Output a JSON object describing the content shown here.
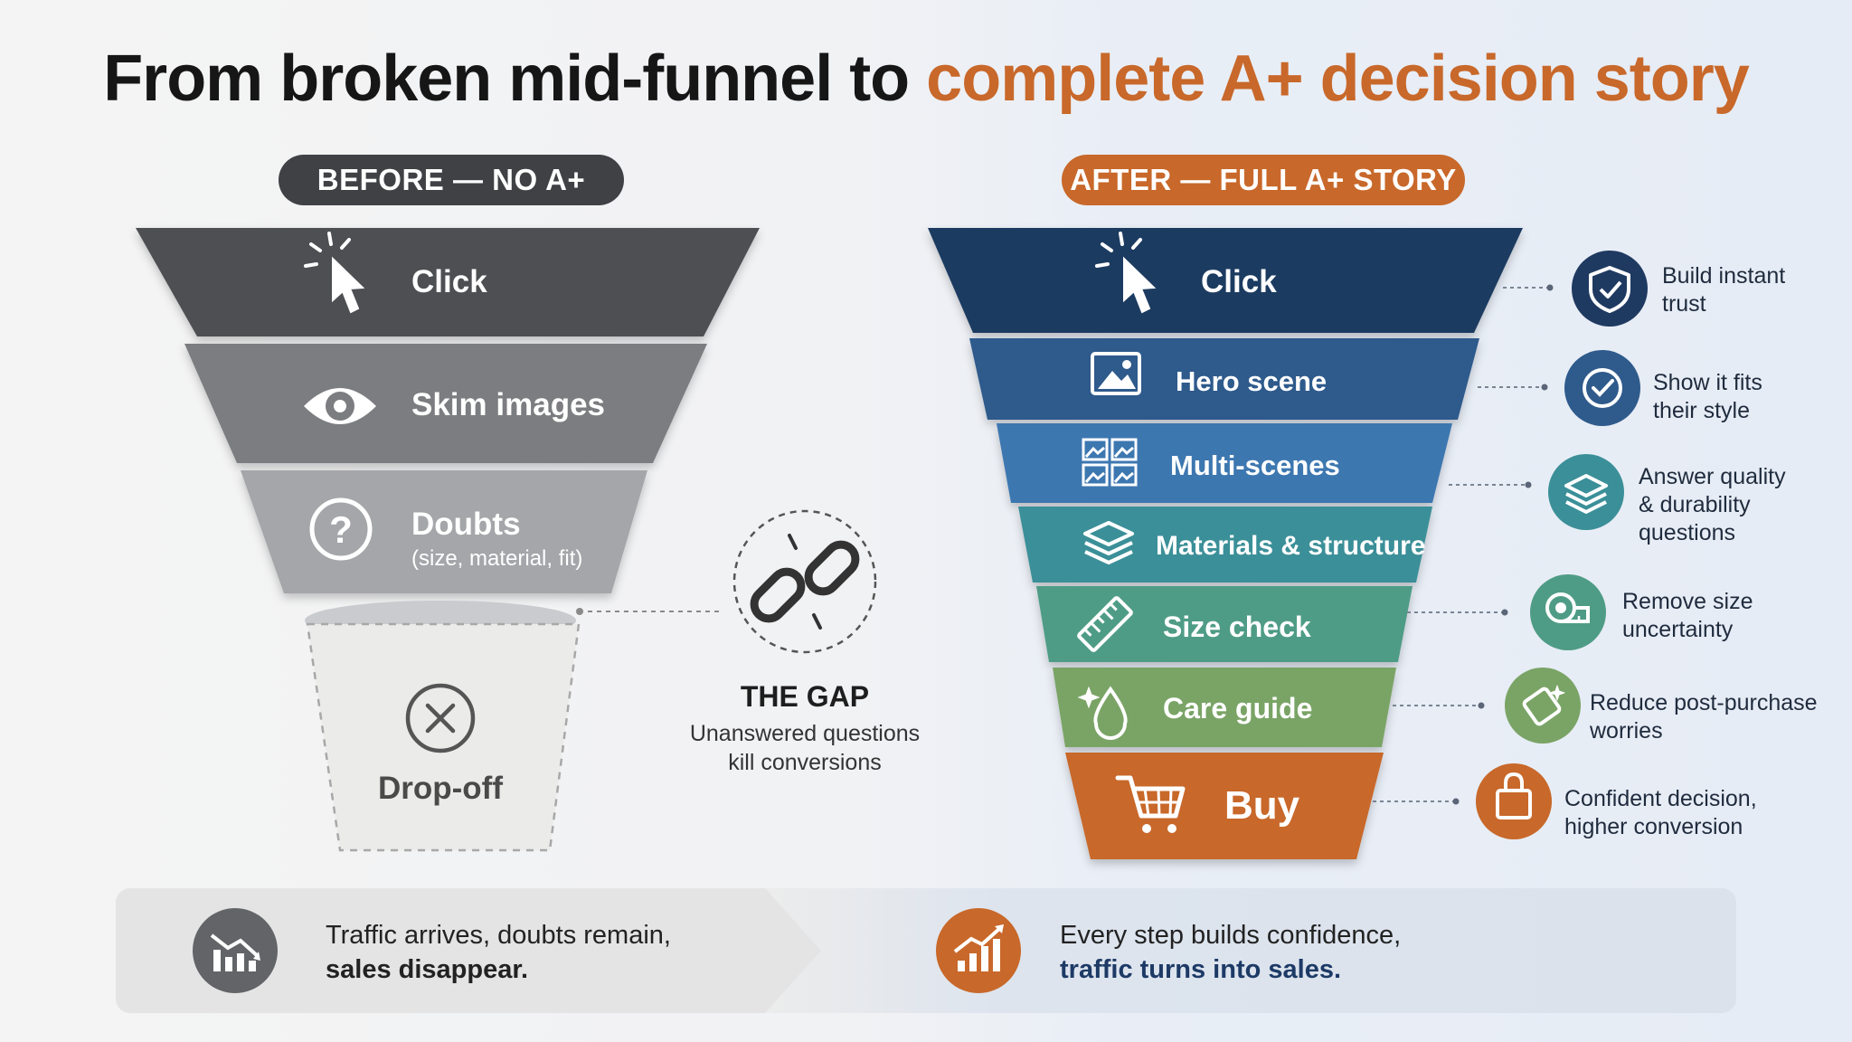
{
  "title": {
    "part1": "From broken mid-funnel to ",
    "part2": "complete A+ decision story"
  },
  "before": {
    "label": "BEFORE — NO A+",
    "stages": [
      {
        "label": "Click",
        "icon": "cursor-click-icon"
      },
      {
        "label": "Skim images",
        "icon": "eye-icon"
      },
      {
        "label": "Doubts",
        "sublabel": "(size, material, fit)",
        "icon": "question-icon"
      },
      {
        "label": "Drop-off",
        "icon": "x-circle-icon"
      }
    ]
  },
  "gap": {
    "title": "THE GAP",
    "line1": "Unanswered questions",
    "line2": "kill conversions",
    "icon": "broken-link-icon"
  },
  "after": {
    "label": "AFTER — FULL A+ STORY",
    "stages": [
      {
        "label": "Click",
        "icon": "cursor-click-icon",
        "color": "#1f3a61"
      },
      {
        "label": "Hero scene",
        "icon": "image-icon",
        "color": "#2f5a8c"
      },
      {
        "label": "Multi-scenes",
        "icon": "image-grid-icon",
        "color": "#3e77b0"
      },
      {
        "label": "Materials & structure",
        "icon": "layers-icon",
        "color": "#3b8f98"
      },
      {
        "label": "Size check",
        "icon": "ruler-icon",
        "color": "#4f9c86"
      },
      {
        "label": "Care guide",
        "icon": "droplet-sparkle-icon",
        "color": "#7aa466"
      },
      {
        "label": "Buy",
        "icon": "cart-icon",
        "color": "#c8682a"
      }
    ],
    "benefits": [
      {
        "line1": "Build instant",
        "line2": "trust",
        "icon": "shield-check-icon",
        "color": "#1f3a61"
      },
      {
        "line1": "Show it fits",
        "line2": "their style",
        "icon": "check-circle-icon",
        "color": "#2f5a8c"
      },
      {
        "line1": "Answer quality",
        "line2": "& durability",
        "line3": "questions",
        "icon": "layers-icon",
        "color": "#3b8f98"
      },
      {
        "line1": "Remove size",
        "line2": "uncertainty",
        "icon": "tape-measure-icon",
        "color": "#4f9c86"
      },
      {
        "line1": "Reduce post-purchase",
        "line2": "worries",
        "icon": "care-tag-icon",
        "color": "#7aa466"
      },
      {
        "line1": "Confident decision,",
        "line2": "higher conversion",
        "icon": "shopping-bag-icon",
        "color": "#c8682a"
      }
    ]
  },
  "banner": {
    "left": {
      "line1": "Traffic arrives, doubts remain,",
      "line2": "sales disappear.",
      "icon": "chart-down-icon"
    },
    "right": {
      "line1": "Every step builds confidence,",
      "line2": "traffic turns into sales.",
      "icon": "chart-up-icon"
    }
  }
}
